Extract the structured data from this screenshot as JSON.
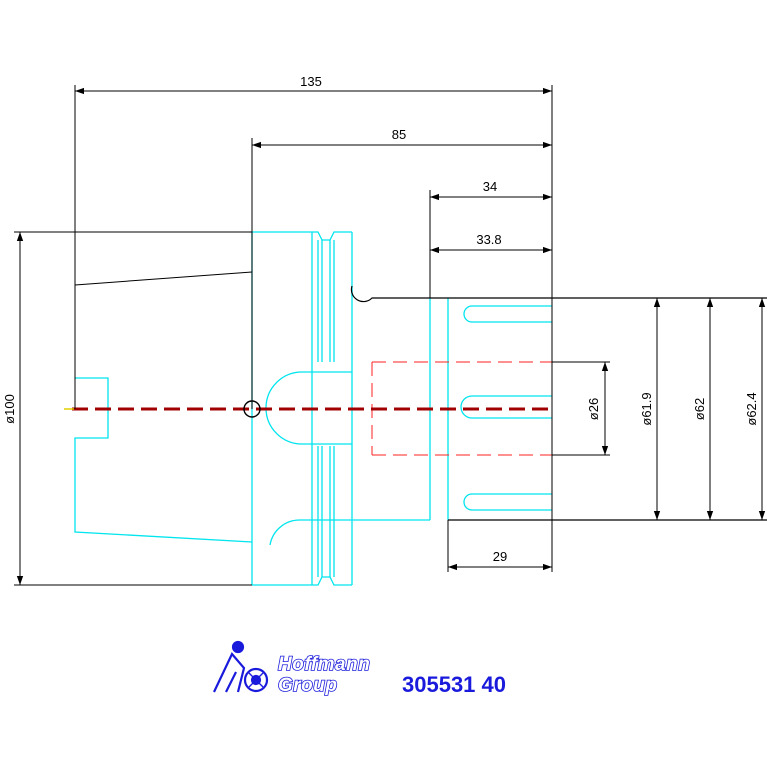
{
  "dimensions": {
    "d135": "135",
    "d85": "85",
    "d34": "34",
    "d33_8": "33.8",
    "d29": "29",
    "dia100": "ø100",
    "dia26": "ø26",
    "dia61_9": "ø61.9",
    "dia62": "ø62",
    "dia62_4": "ø62.4"
  },
  "brand": {
    "line1": "Hoffmann",
    "line2": "Group"
  },
  "part_number": "305531 40",
  "colors": {
    "outline": "#00e5ee",
    "dimension": "#000000",
    "centerline": "#c00000",
    "hidden": "#ff2020",
    "brand": "#1a1adc"
  }
}
